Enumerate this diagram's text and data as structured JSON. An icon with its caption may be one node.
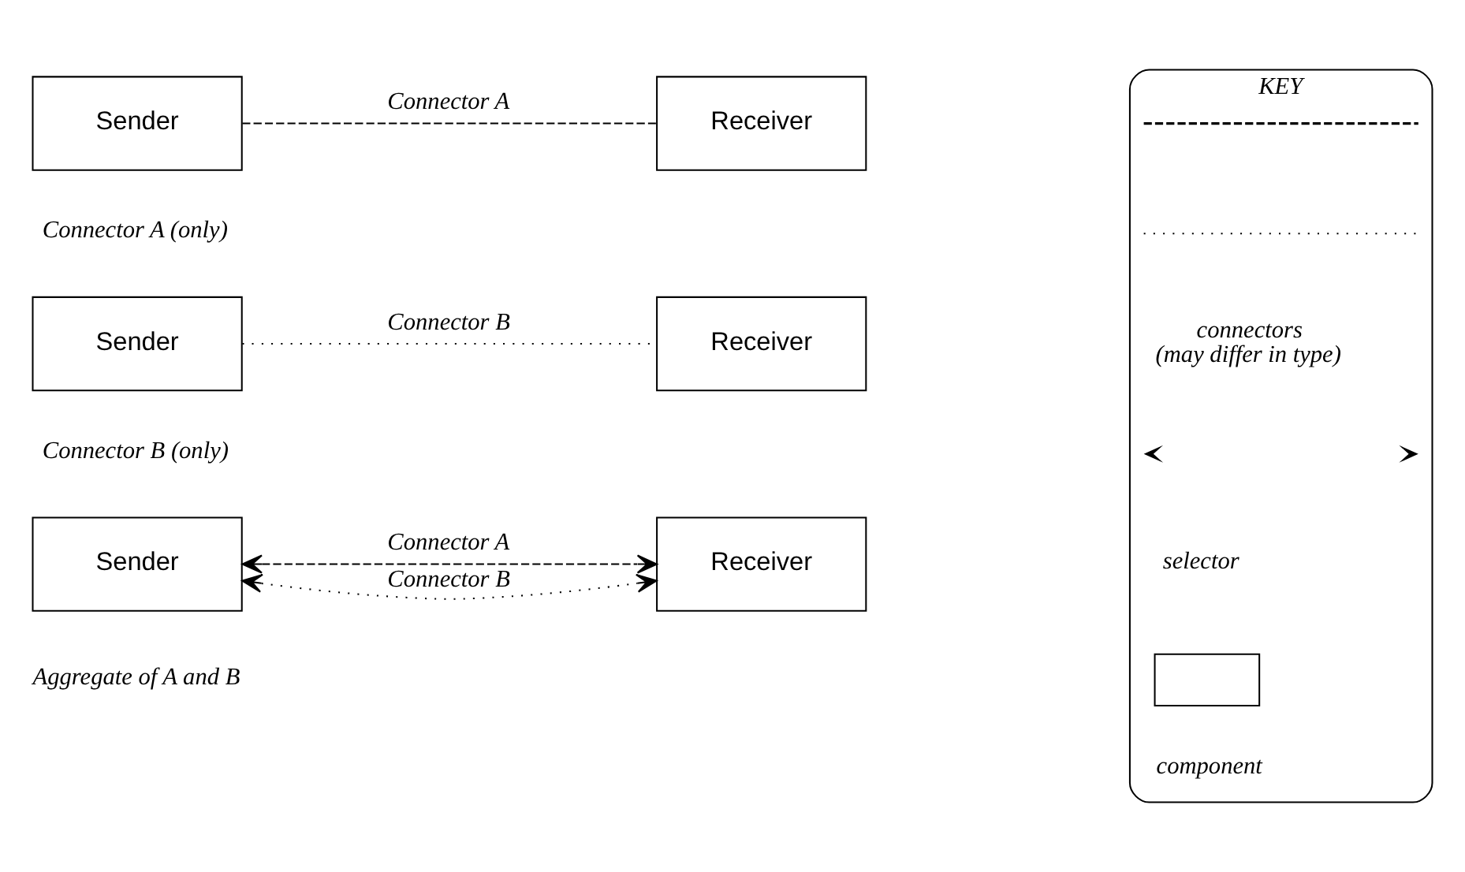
{
  "diagram": {
    "nodes": [
      {
        "text": [
          "Sender"
        ]
      },
      {
        "text": [
          "Receiver"
        ]
      },
      {
        "text": [
          "Sender"
        ]
      },
      {
        "text": [
          "Receiver"
        ]
      },
      {
        "text": [
          "Sender"
        ]
      },
      {
        "text": [
          "Receiver"
        ]
      },
      {
        "text": [
          "KEY"
        ]
      },
      {
        "text": [],
        "shape": "box",
        "in": 6
      }
    ],
    "edges": [
      {
        "from": 0,
        "to": 1,
        "arrow": "none",
        "label": "Connector A",
        "style": "dashed"
      },
      {
        "from": 2,
        "to": 3,
        "arrow": "none",
        "label": "Connector B"
      },
      {
        "from": 4,
        "to": 5,
        "arrow": "both",
        "label": "Connector A",
        "style": "dashed"
      },
      {
        "from": 4,
        "to": 5,
        "arrow": "both",
        "label": "Connector B"
      }
    ],
    "labels": [
      "Connector A (only)",
      "Connector B (only)",
      "Aggregate of A and B"
    ],
    "legend": [
      {
        "text": "connectors (may differ in type)"
      },
      {
        "text": "selector"
      },
      {
        "text": "component"
      }
    ]
  }
}
